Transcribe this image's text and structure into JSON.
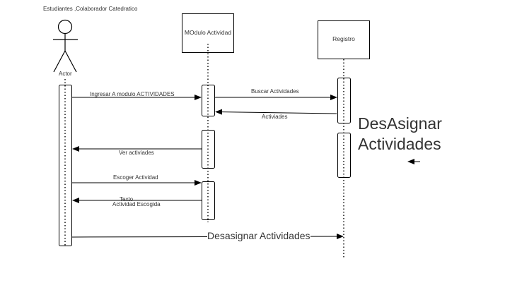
{
  "actor": {
    "title": "Estudiantes ,Colaborador Catedratico",
    "label": "Actor"
  },
  "lifelines": {
    "modulo": "MOdulo Actividad",
    "registro": "Registro"
  },
  "messages": {
    "ingresar": "Ingresar A modulo  ACTIVIDADES",
    "buscar": "Buscar Actividades",
    "actividades": "Activiades",
    "ver": "Ver activiades",
    "escoger": "Escoger Actividad",
    "texto": "Texto",
    "escogida": "Actividad Escogida",
    "desasignar": "Desasignar Actividades"
  },
  "note": {
    "line1": "DesAsignar",
    "line2": "Actividades"
  },
  "colors": {
    "stroke": "#000000",
    "text": "#333333",
    "background": "#ffffff"
  }
}
